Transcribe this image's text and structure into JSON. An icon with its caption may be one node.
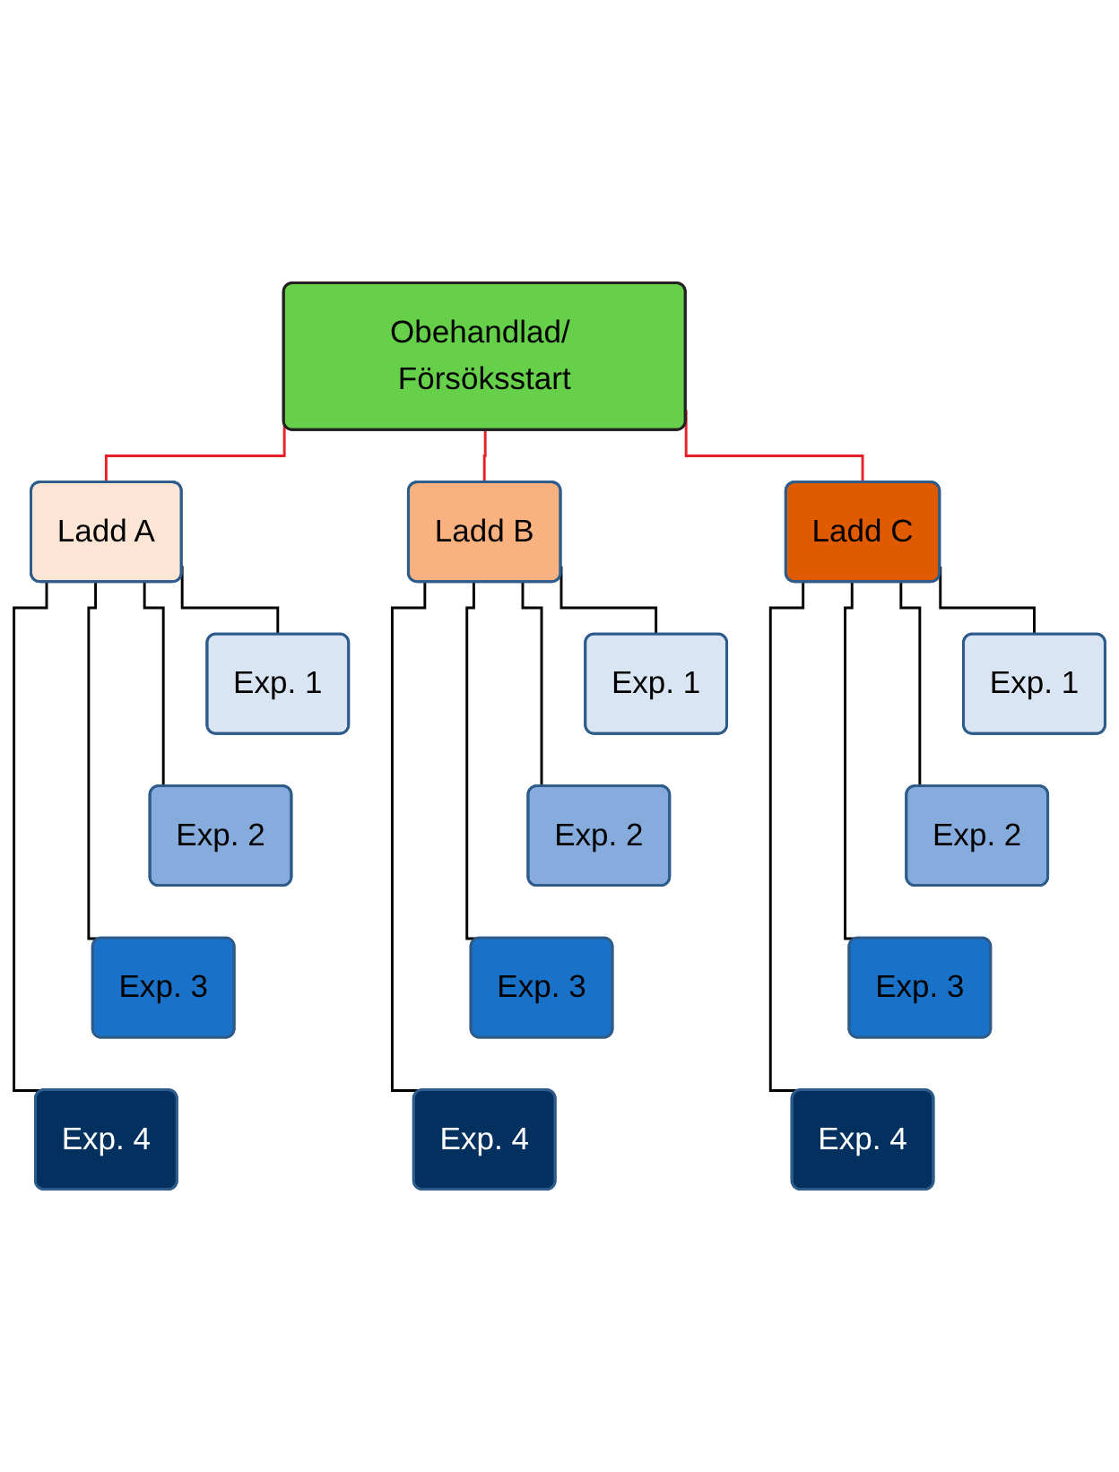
{
  "diagram": {
    "nodes": [
      {
        "text": [
          "Obehandlad/ Försöksstart"
        ]
      },
      {
        "text": [
          "Ladd A"
        ]
      },
      {
        "text": [
          "Exp. 1"
        ]
      },
      {
        "text": [
          "Exp. 2"
        ]
      },
      {
        "text": [
          "Exp. 3"
        ]
      },
      {
        "text": [
          "Exp. 4"
        ]
      },
      {
        "text": [
          "Ladd B"
        ]
      },
      {
        "text": [
          "Exp. 1"
        ]
      },
      {
        "text": [
          "Exp. 2"
        ]
      },
      {
        "text": [
          "Exp. 3"
        ]
      },
      {
        "text": [
          "Exp. 4"
        ]
      },
      {
        "text": [
          "Ladd C"
        ]
      },
      {
        "text": [
          "Exp. 1"
        ]
      },
      {
        "text": [
          "Exp. 2"
        ]
      },
      {
        "text": [
          "Exp. 3"
        ]
      },
      {
        "text": [
          "Exp. 4"
        ]
      }
    ],
    "edges": [
      {
        "from": 0,
        "to": 1,
        "arrow": "none",
        "color": "#e8202a"
      },
      {
        "from": 0,
        "to": 6,
        "arrow": "none",
        "color": "#e8202a"
      },
      {
        "from": 0,
        "to": 11,
        "arrow": "none",
        "color": "#e8202a"
      },
      {
        "from": 1,
        "to": 2,
        "arrow": "none"
      },
      {
        "from": 1,
        "to": 3,
        "arrow": "none"
      },
      {
        "from": 1,
        "to": 4,
        "arrow": "none"
      },
      {
        "from": 1,
        "to": 5,
        "arrow": "none"
      },
      {
        "from": 6,
        "to": 7,
        "arrow": "none"
      },
      {
        "from": 6,
        "to": 8,
        "arrow": "none"
      },
      {
        "from": 6,
        "to": 9,
        "arrow": "none"
      },
      {
        "from": 6,
        "to": 10,
        "arrow": "none"
      },
      {
        "from": 11,
        "to": 12,
        "arrow": "none"
      },
      {
        "from": 11,
        "to": 13,
        "arrow": "none"
      },
      {
        "from": 11,
        "to": 14,
        "arrow": "none"
      },
      {
        "from": 11,
        "to": 15,
        "arrow": "none"
      }
    ]
  }
}
